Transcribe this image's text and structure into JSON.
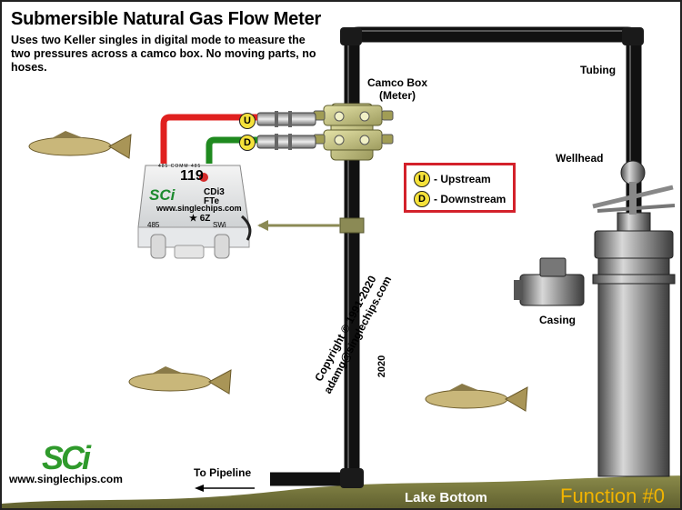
{
  "title": "Submersible Natural Gas Flow Meter",
  "description": "Uses two Keller singles in digital mode to measure the two pressures across a camco box. No moving parts, no hoses.",
  "labels": {
    "camco_line1": "Camco Box",
    "camco_line2": "(Meter)",
    "tubing": "Tubing",
    "wellhead": "Wellhead",
    "casing": "Casing",
    "to_pipeline": "To Pipeline",
    "lake_bottom": "Lake Bottom",
    "website": "www.singlechips.com",
    "function": "Function #0"
  },
  "copyright": {
    "line1": "Copyright © 1991-2020",
    "line2": "adamg@singlechips.com",
    "year": "2020"
  },
  "legend": {
    "upstream_letter": "U",
    "upstream_label": "- Upstream",
    "downstream_letter": "D",
    "downstream_label": "- Downstream"
  },
  "sensor_tags": {
    "upstream": "U",
    "downstream": "D"
  },
  "device": {
    "number": "119",
    "brand": "SCi",
    "model_line1": "CDi3",
    "model_line2": "FTe",
    "url": "www.singlechips.com",
    "id": "★ 6Z",
    "port_left": "485",
    "port_right": "SWi",
    "comm": "485  COMM  485"
  },
  "logo": "SCi",
  "colors": {
    "upstream_wire": "#e0201f",
    "downstream_wire": "#1f8a1f",
    "legend_border": "#d3212b",
    "badge": "#f5e23a",
    "pipe": "#111111",
    "function_text": "#f2b400",
    "logo": "#2f9a2c"
  }
}
